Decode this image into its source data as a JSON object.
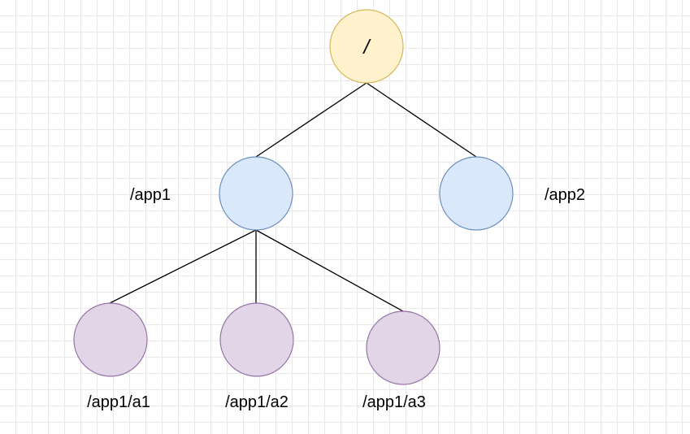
{
  "diagram": {
    "nodes": {
      "root": {
        "label": "/",
        "fill": "#fff2cc",
        "stroke": "#d6b656"
      },
      "app1": {
        "label": "/app1",
        "fill": "#dae8fc",
        "stroke": "#6c8ebf"
      },
      "app2": {
        "label": "/app2",
        "fill": "#dae8fc",
        "stroke": "#6c8ebf"
      },
      "a1": {
        "label": "/app1/a1",
        "fill": "#e1d5e7",
        "stroke": "#9673a6"
      },
      "a2": {
        "label": "/app1/a2",
        "fill": "#e1d5e7",
        "stroke": "#9673a6"
      },
      "a3": {
        "label": "/app1/a3",
        "fill": "#e1d5e7",
        "stroke": "#9673a6"
      }
    },
    "edges": [
      {
        "from": "root",
        "to": "app1"
      },
      {
        "from": "root",
        "to": "app2"
      },
      {
        "from": "app1",
        "to": "a1"
      },
      {
        "from": "app1",
        "to": "a2"
      },
      {
        "from": "app1",
        "to": "a3"
      }
    ],
    "edge_color": "#000000",
    "grid_color": "#e9e9e9"
  }
}
